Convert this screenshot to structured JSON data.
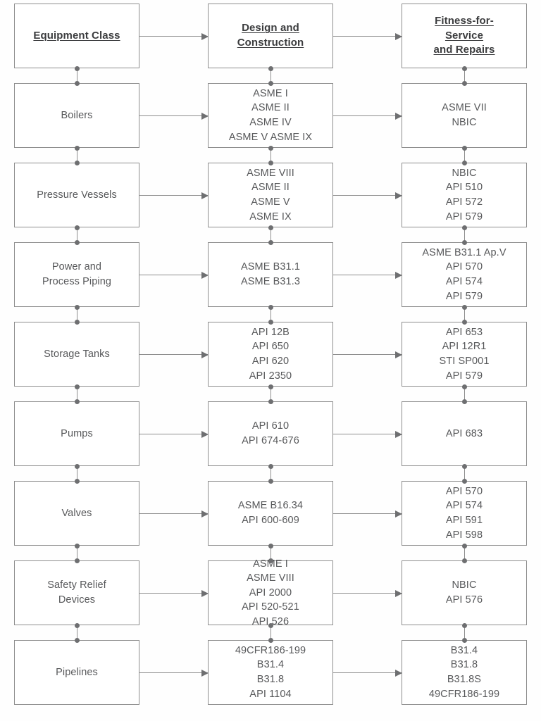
{
  "diagram": {
    "type": "flowchart",
    "title": "Equipment Class / Design and Construction / Fitness-for-Service and Repairs",
    "columns": [
      {
        "key": "equipment_class",
        "header": "Equipment Class"
      },
      {
        "key": "design_construction",
        "header": "Design and\nConstruction"
      },
      {
        "key": "fitness_for_service",
        "header": "Fitness-for-\nService\nand Repairs"
      }
    ],
    "rows": [
      {
        "equipment_class": "Boilers",
        "design_construction": "ASME I\nASME II\nASME IV\nASME V ASME IX",
        "fitness_for_service": "ASME VII\nNBIC"
      },
      {
        "equipment_class": "Pressure Vessels",
        "design_construction": "ASME VIII\nASME II\nASME V\nASME IX",
        "fitness_for_service": "NBIC\nAPI 510\nAPI 572\nAPI 579"
      },
      {
        "equipment_class": "Power and\nProcess Piping",
        "design_construction": "ASME B31.1\nASME B31.3",
        "fitness_for_service": "ASME B31.1 Ap.V\nAPI 570\nAPI 574\nAPI 579"
      },
      {
        "equipment_class": "Storage Tanks",
        "design_construction": "API 12B\nAPI 650\nAPI 620\nAPI 2350",
        "fitness_for_service": "API 653\nAPI 12R1\nSTI SP001\nAPI 579"
      },
      {
        "equipment_class": "Pumps",
        "design_construction": "API 610\nAPI 674-676",
        "fitness_for_service": "API 683"
      },
      {
        "equipment_class": "Valves",
        "design_construction": "ASME B16.34\nAPI 600-609",
        "fitness_for_service": "API 570\nAPI 574\nAPI 591\nAPI 598"
      },
      {
        "equipment_class": "Safety Relief\nDevices",
        "design_construction": "ASME I\nASME VIII\nAPI 2000\nAPI 520-521\nAPI 526",
        "fitness_for_service": "NBIC\nAPI 576"
      },
      {
        "equipment_class": "Pipelines",
        "design_construction": "49CFR186-199\nB31.4\nB31.8\nAPI 1104",
        "fitness_for_service": "B31.4\nB31.8\nB31.8S\n49CFR186-199"
      }
    ],
    "colors": {
      "box_border": "#8d8d8d",
      "connector": "#8d8d8d",
      "arrowhead": "#6e6f71",
      "body_text": "#57585a",
      "header_text": "#3b3c3e",
      "background": "#fefefe"
    }
  }
}
